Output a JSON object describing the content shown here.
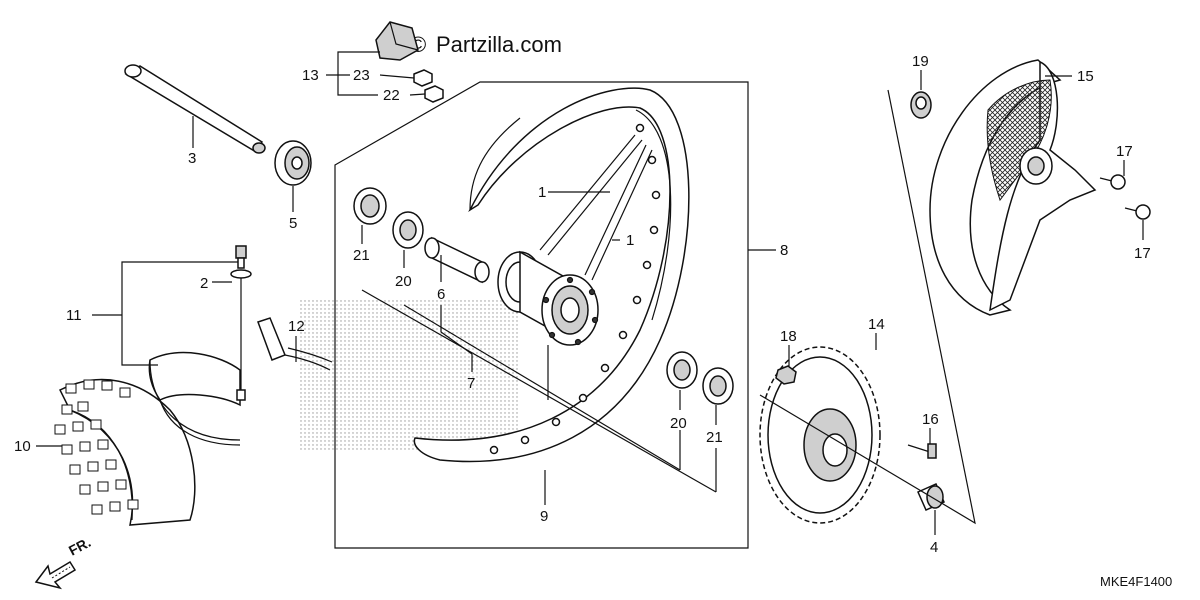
{
  "watermark": {
    "symbol": "©",
    "text": "Partzilla.com"
  },
  "diagram_code": "MKE4F1400",
  "front_indicator": "FR.",
  "callouts": {
    "c1a": "1",
    "c1b": "1",
    "c2": "2",
    "c3": "3",
    "c4": "4",
    "c5": "5",
    "c6": "6",
    "c7": "7",
    "c8": "8",
    "c9": "9",
    "c10": "10",
    "c11": "11",
    "c12": "12",
    "c13": "13",
    "c14": "14",
    "c15": "15",
    "c16": "16",
    "c17a": "17",
    "c17b": "17",
    "c18": "18",
    "c19": "19",
    "c20a": "20",
    "c20b": "20",
    "c21a": "21",
    "c21b": "21",
    "c22": "22",
    "c23": "23"
  }
}
